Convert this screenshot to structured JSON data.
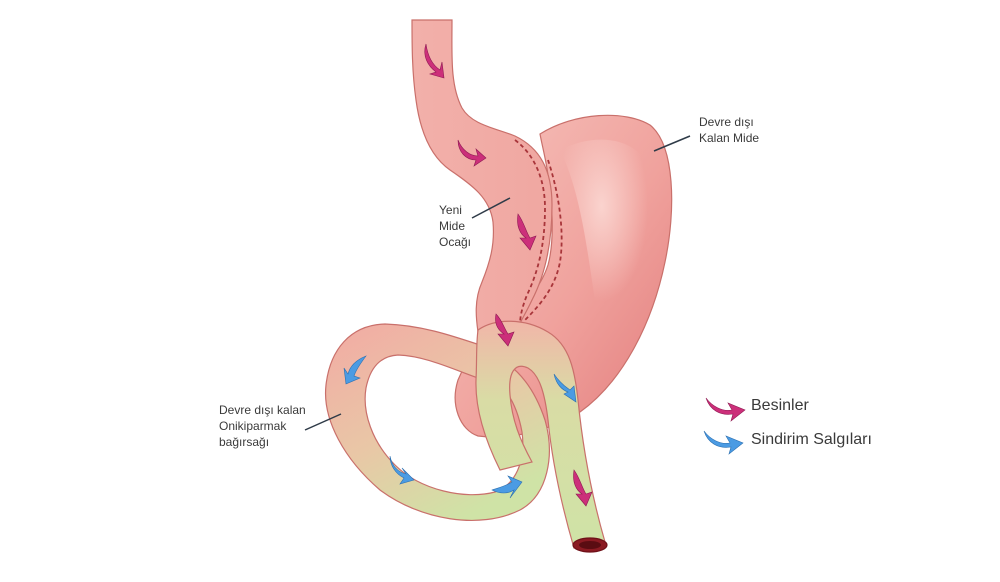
{
  "labels": {
    "bypassed_stomach": [
      "Devre dışı",
      "Kalan Mide"
    ],
    "new_pouch": [
      "Yeni",
      "Mide",
      "Ocağı"
    ],
    "bypassed_duodenum": [
      "Devre dışı kalan",
      "Onikiparmak",
      "bağırsağı"
    ]
  },
  "legend": {
    "food": "Besinler",
    "digestive": "Sindirim Salgıları"
  },
  "colors": {
    "stomach": "#f2aaa4",
    "stomach_dark": "#e58a86",
    "outline": "#c9706b",
    "intestine": "#cfe3a6",
    "food_arrow": "#cc2f7a",
    "digestive_arrow": "#4b9be3",
    "staple_line": "#a8353a",
    "leader_line": "#2f3b48"
  }
}
